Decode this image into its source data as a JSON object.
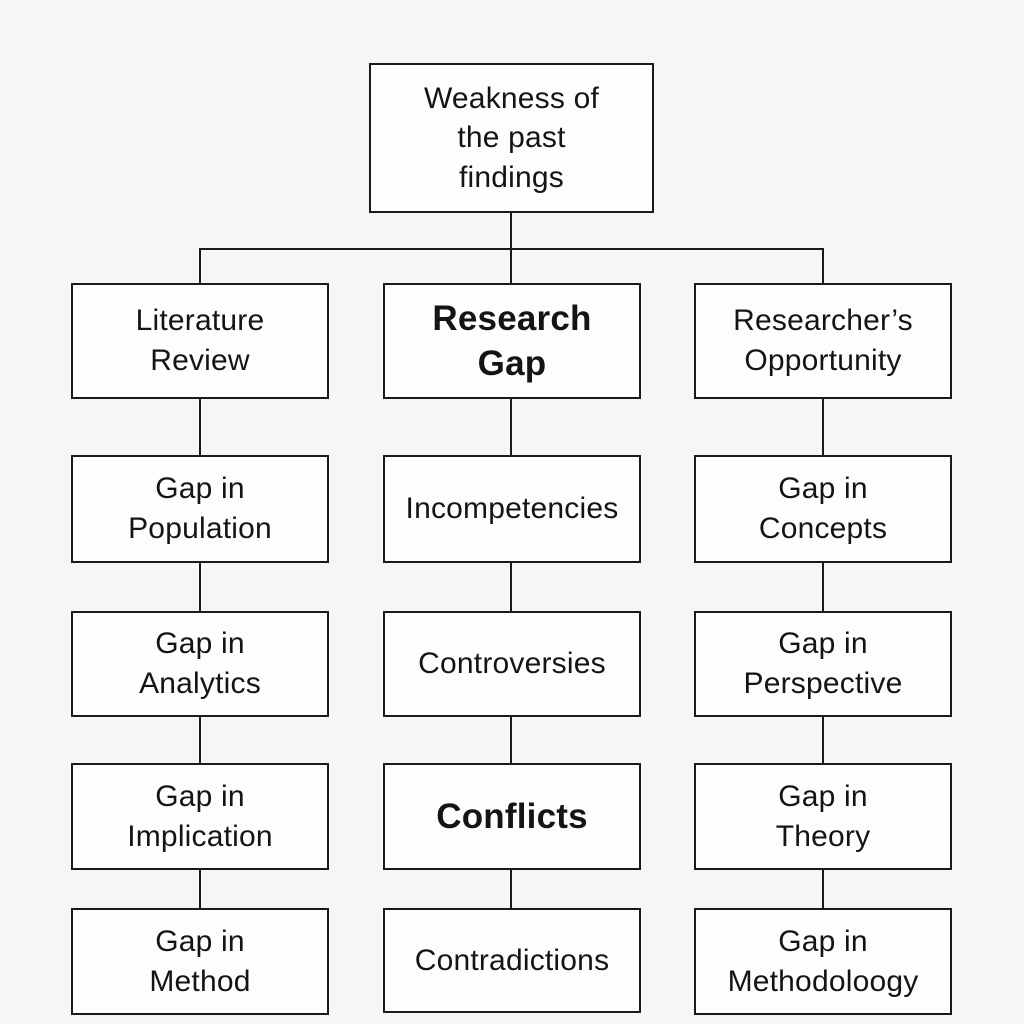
{
  "diagram": {
    "type": "flowchart",
    "root": {
      "label": "Weakness of\nthe past\nfindings"
    },
    "columns": [
      {
        "header": {
          "label": "Literature\nReview",
          "bold": false
        },
        "children": [
          {
            "label": "Gap in\nPopulation"
          },
          {
            "label": "Gap in\nAnalytics"
          },
          {
            "label": "Gap in\nImplication"
          },
          {
            "label": "Gap in\nMethod"
          }
        ]
      },
      {
        "header": {
          "label": "Research\nGap",
          "bold": true
        },
        "children": [
          {
            "label": "Incompetencies"
          },
          {
            "label": "Controversies"
          },
          {
            "label": "Conflicts",
            "bold": true
          },
          {
            "label": "Contradictions"
          }
        ]
      },
      {
        "header": {
          "label": "Researcher’s\nOpportunity",
          "bold": false
        },
        "children": [
          {
            "label": "Gap in\nConcepts"
          },
          {
            "label": "Gap in\nPerspective"
          },
          {
            "label": "Gap in\nTheory"
          },
          {
            "label": "Gap in\nMethodoloogy"
          }
        ]
      }
    ],
    "colors": {
      "background": "#f6f6f5",
      "box_fill": "#fdfdfd",
      "border": "#1a1a1a",
      "connector": "#1a1a1a",
      "text": "#141414"
    }
  }
}
